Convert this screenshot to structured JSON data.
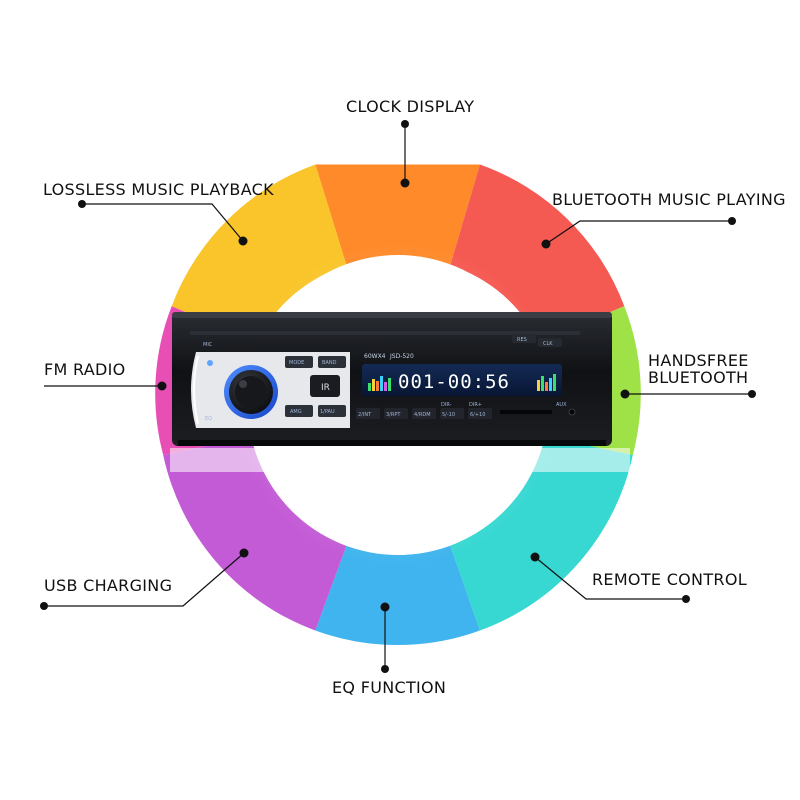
{
  "features": {
    "clock_display": "CLOCK DISPLAY",
    "lossless_music": "LOSSLESS MUSIC PLAYBACK",
    "bluetooth_music": "BLUETOOTH MUSIC PLAYING",
    "fm_radio": "FM RADIO",
    "handsfree_line1": "HANDSFREE",
    "handsfree_line2": "BLUETOOTH",
    "usb_charging": "USB CHARGING",
    "remote_control": "REMOTE CONTROL",
    "eq_function": "EQ FUNCTION"
  },
  "ring_colors": {
    "orange": "#ff8a2a",
    "yellow": "#f9c52a",
    "red": "#f55a52",
    "magenta": "#e74fb4",
    "green": "#9fe247",
    "purple": "#c35bd6",
    "blue": "#3fb4ee",
    "cyan": "#37d8d2"
  },
  "stereo": {
    "model": "JSD-520",
    "power": "60WX4",
    "lcd": "001-00:56",
    "mode": "MODE",
    "band": "BAND",
    "mic": "MIC",
    "res": "RES",
    "clk": "CLK",
    "ir": "IR",
    "amg": "AMG",
    "presets": [
      "1/PAU",
      "2/INT",
      "3/RPT",
      "4/RDM",
      "5/-10",
      "6/+10"
    ],
    "dir_minus": "DIR-",
    "dir_plus": "DIR+",
    "aux": "AUX"
  }
}
